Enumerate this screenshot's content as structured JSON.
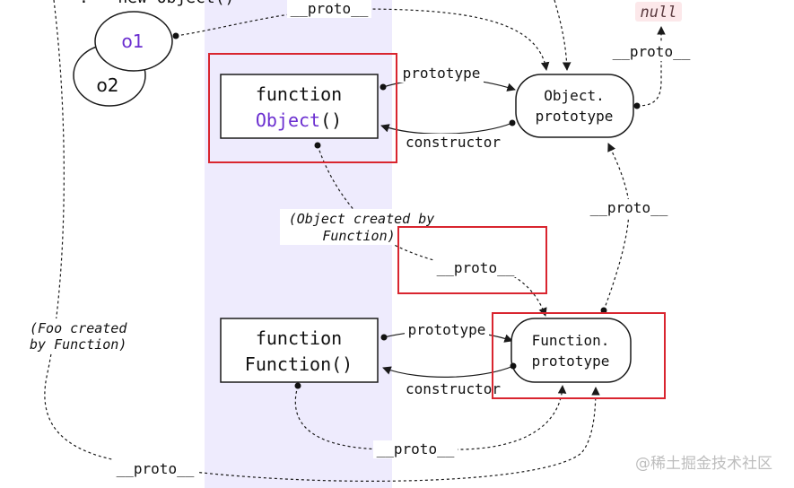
{
  "top_snippet": ": = new Object()",
  "nodes": {
    "o1": "o1",
    "o2": "o2",
    "object_fn": {
      "line1": "function",
      "name": "Object",
      "parens": "()"
    },
    "function_fn": {
      "line1": "function",
      "line2": "Function()"
    },
    "object_proto": {
      "line1": "Object.",
      "line2": "prototype"
    },
    "function_proto": {
      "line1": "Function.",
      "line2": "prototype"
    },
    "null": "null"
  },
  "edges": {
    "o1_proto": "__proto__",
    "object_proto_to_null": "__proto__",
    "object_prototype": "prototype",
    "object_constructor": "constructor",
    "object_fn_proto": "__proto__",
    "function_proto_up": "__proto__",
    "function_prototype": "prototype",
    "function_constructor": "constructor",
    "function_fn_proto": "__proto__",
    "foo_proto": "__proto__"
  },
  "notes": {
    "object_created": [
      "(Object created by",
      "Function)"
    ],
    "foo_created": [
      "(Foo created",
      "by Function)"
    ]
  },
  "watermark": "@稀土掘金技术社区",
  "colors": {
    "band": "#eeebfd",
    "highlight_box": "#d9252f",
    "identifier": "#6b2fd0",
    "null_bg": "#fce8ea",
    "null_text": "#5a3a3f"
  }
}
